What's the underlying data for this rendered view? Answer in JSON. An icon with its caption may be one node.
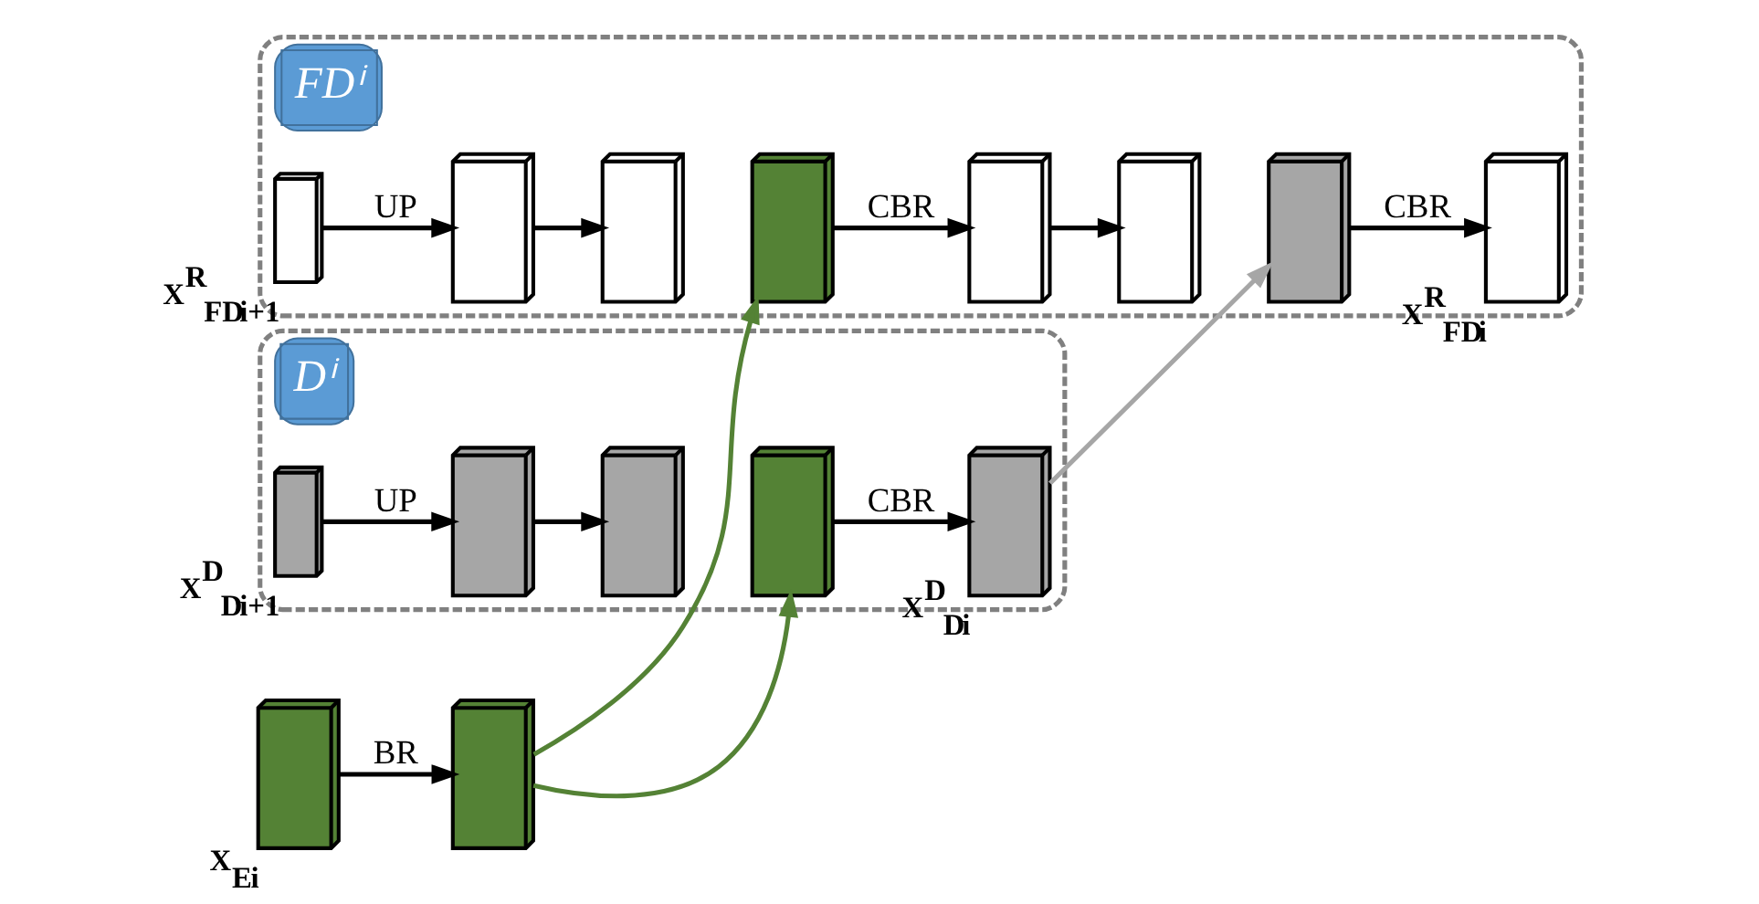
{
  "diagram": {
    "nodes": [
      {
        "text": [
          "FDⁱ"
        ]
      },
      {
        "text": [],
        "shape": "box",
        "in": 0,
        "beside": [
          "X$^{R}$$_{FD}$$_{i+1}$"
        ]
      },
      {
        "text": [],
        "shape": "box",
        "in": 0
      },
      {
        "text": [],
        "shape": "box",
        "in": 0
      },
      {
        "text": [],
        "shape": "box",
        "in": 0
      },
      {
        "text": [],
        "shape": "box",
        "in": 0
      },
      {
        "text": [],
        "shape": "box",
        "in": 0
      },
      {
        "text": [],
        "shape": "box",
        "in": 0
      },
      {
        "text": [],
        "shape": "box",
        "in": 0,
        "beside": [
          "X$^{R}$$_{FD}$$_{i}$"
        ]
      },
      {
        "text": [],
        "shape": "box",
        "beside": [
          "X$_{E}$$_{i}$"
        ]
      },
      {
        "text": [],
        "shape": "box"
      },
      {
        "text": [
          "Dⁱ"
        ]
      },
      {
        "text": [],
        "shape": "box",
        "in": 11,
        "beside": [
          "X$^{D}$$_{D}$$_{i+1}$"
        ]
      },
      {
        "text": [],
        "shape": "box",
        "in": 11
      },
      {
        "text": [],
        "shape": "box",
        "in": 11
      },
      {
        "text": [],
        "shape": "box",
        "in": 11
      },
      {
        "text": [],
        "shape": "box",
        "in": 11,
        "beside": [
          "X$^{D}$$_{D}$$_{i}$"
        ]
      }
    ],
    "edges": [
      {
        "from": 1,
        "to": 2,
        "arrow": "to",
        "label": "UP"
      },
      {
        "from": 2,
        "to": 3,
        "arrow": "to"
      },
      {
        "from": 4,
        "to": 5,
        "arrow": "to",
        "label": "CBR"
      },
      {
        "from": 5,
        "to": 6,
        "arrow": "to"
      },
      {
        "from": 7,
        "to": 8,
        "arrow": "to",
        "label": "CBR"
      },
      {
        "from": 9,
        "to": 10,
        "arrow": "to",
        "label": "BR"
      },
      {
        "from": 10,
        "to": 4,
        "arrow": "to",
        "color": "#548235"
      },
      {
        "from": 10,
        "to": 15,
        "arrow": "to",
        "color": "#548235"
      },
      {
        "from": 12,
        "to": 13,
        "arrow": "to",
        "label": "UP"
      },
      {
        "from": 13,
        "to": 14,
        "arrow": "to"
      },
      {
        "from": 15,
        "to": 16,
        "arrow": "to",
        "label": "CBR"
      },
      {
        "from": 16,
        "to": 7,
        "arrow": "to",
        "color": "#a6a6a6"
      }
    ]
  }
}
